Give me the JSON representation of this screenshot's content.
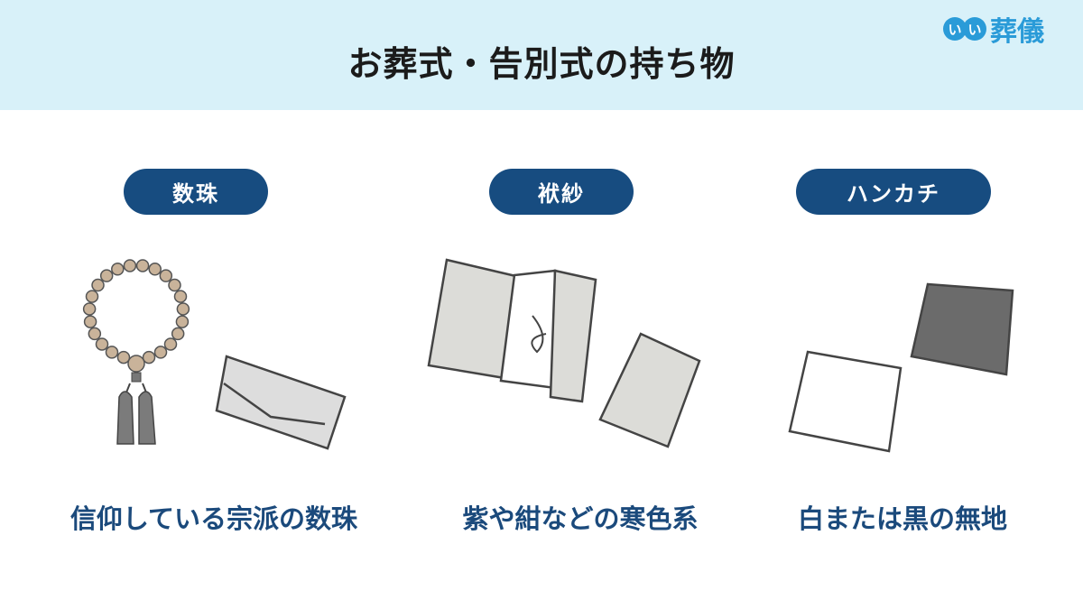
{
  "header": {
    "title": "お葬式・告別式の持ち物",
    "logo": {
      "bubble": [
        "い",
        "い"
      ],
      "name": "葬儀"
    }
  },
  "items": [
    {
      "label": "数珠",
      "caption": "信仰している宗派の数珠"
    },
    {
      "label": "袱紗",
      "caption": "紫や紺などの寒色系"
    },
    {
      "label": "ハンカチ",
      "caption": "白または黒の無地"
    }
  ],
  "colors": {
    "header_bg": "#d8f1f9",
    "pill": "#174c80",
    "caption": "#1b4a7c",
    "logo": "#2a9bd8"
  }
}
